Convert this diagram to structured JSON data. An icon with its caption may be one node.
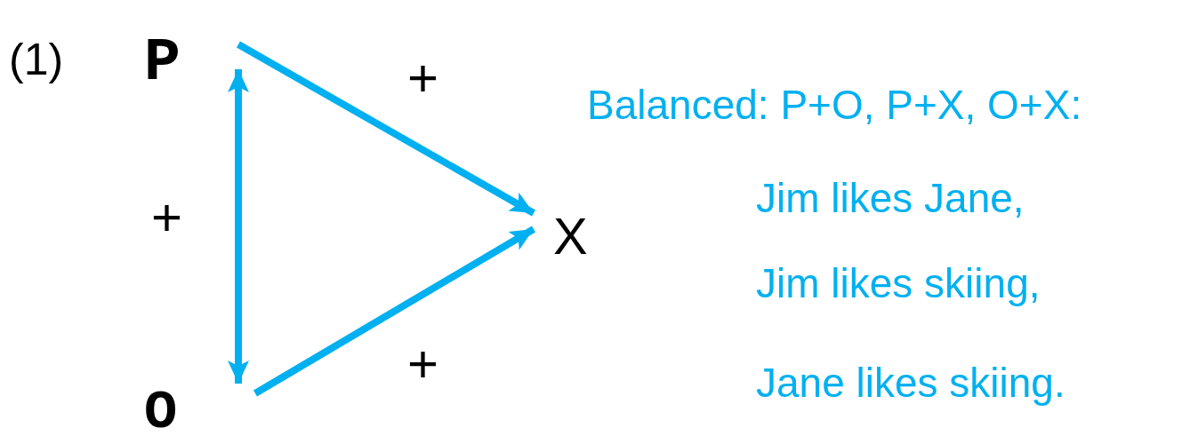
{
  "diagram": {
    "nodes": [
      {
        "text": [
          "P"
        ]
      },
      {
        "text": [
          "O"
        ]
      },
      {
        "text": [
          "X"
        ]
      }
    ],
    "edges": [
      {
        "from": 0,
        "to": 1,
        "arrow": "both",
        "label": "+"
      },
      {
        "from": 0,
        "to": 2,
        "arrow": "to",
        "label": "+"
      },
      {
        "from": 1,
        "to": 2,
        "arrow": "to",
        "label": "+"
      }
    ],
    "labels": [
      "(1)",
      "Balanced: P+O, P+X, O+X:",
      "Jim likes Jane,",
      "Jim likes skiing,",
      "Jane likes skiing."
    ]
  }
}
